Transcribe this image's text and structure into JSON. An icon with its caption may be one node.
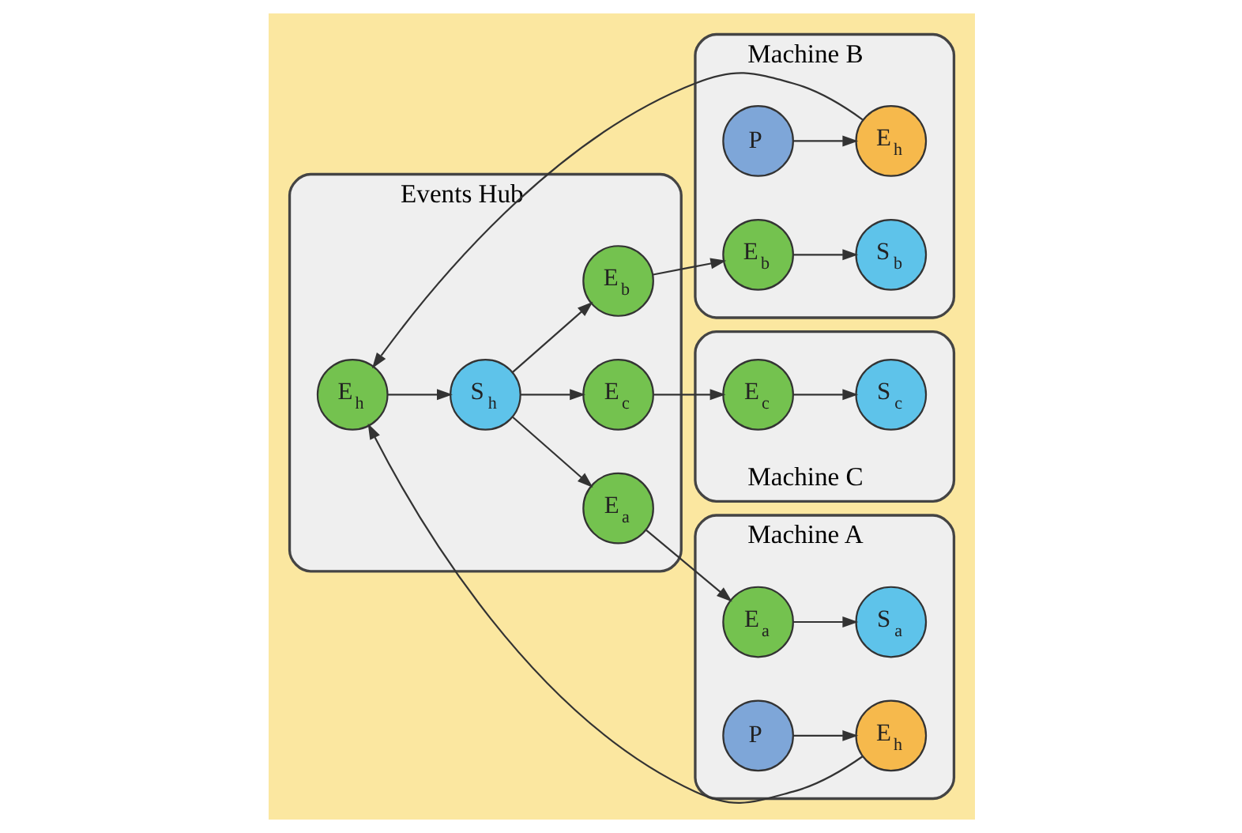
{
  "diagram": {
    "nodes": [
      {
        "text": [
          "Machine A"
        ]
      },
      {
        "text": [
          "P"
        ],
        "in": 0
      },
      {
        "text": [
          "E$_{h}$"
        ],
        "in": 0
      },
      {
        "text": [
          "S$_{a}$"
        ],
        "in": 0
      },
      {
        "text": [
          "E$_{a}$"
        ],
        "in": 0
      },
      {
        "text": [
          "Events Hub"
        ]
      },
      {
        "text": [
          "E$_{h}$"
        ],
        "in": 5
      },
      {
        "text": [
          "E$_{a}$"
        ],
        "in": 5
      },
      {
        "text": [
          "S$_{h}$"
        ],
        "in": 5
      },
      {
        "text": [
          "E$_{b}$"
        ],
        "in": 5
      },
      {
        "text": [
          "E$_{c}$"
        ],
        "in": 5
      },
      {
        "text": [
          "Machine B"
        ]
      },
      {
        "text": [
          "E$_{h}$"
        ],
        "in": 11
      },
      {
        "text": [
          "P"
        ],
        "in": 11
      },
      {
        "text": [
          "E$_{b}$"
        ],
        "in": 11
      },
      {
        "text": [
          "S$_{b}$"
        ],
        "in": 11
      },
      {
        "text": [
          "Machine C"
        ]
      },
      {
        "text": [
          "E$_{c}$"
        ],
        "in": 16
      },
      {
        "text": [
          "S$_{c}$"
        ],
        "in": 16
      }
    ],
    "edges": [
      {
        "from": 1,
        "to": 2,
        "arrow": "to"
      },
      {
        "from": 2,
        "to": 6,
        "arrow": "to"
      },
      {
        "from": 13,
        "to": 12,
        "arrow": "to"
      },
      {
        "from": 12,
        "to": 6,
        "arrow": "to"
      },
      {
        "from": 6,
        "to": 8,
        "arrow": "to"
      },
      {
        "from": 8,
        "to": 7,
        "arrow": "to"
      },
      {
        "from": 7,
        "to": 4,
        "arrow": "to"
      },
      {
        "from": 4,
        "to": 3,
        "arrow": "to"
      },
      {
        "from": 8,
        "to": 9,
        "arrow": "to"
      },
      {
        "from": 9,
        "to": 14,
        "arrow": "to"
      },
      {
        "from": 14,
        "to": 15,
        "arrow": "to"
      },
      {
        "from": 8,
        "to": 10,
        "arrow": "to"
      },
      {
        "from": 10,
        "to": 17,
        "arrow": "to"
      },
      {
        "from": 17,
        "to": 18,
        "arrow": "to"
      }
    ]
  }
}
